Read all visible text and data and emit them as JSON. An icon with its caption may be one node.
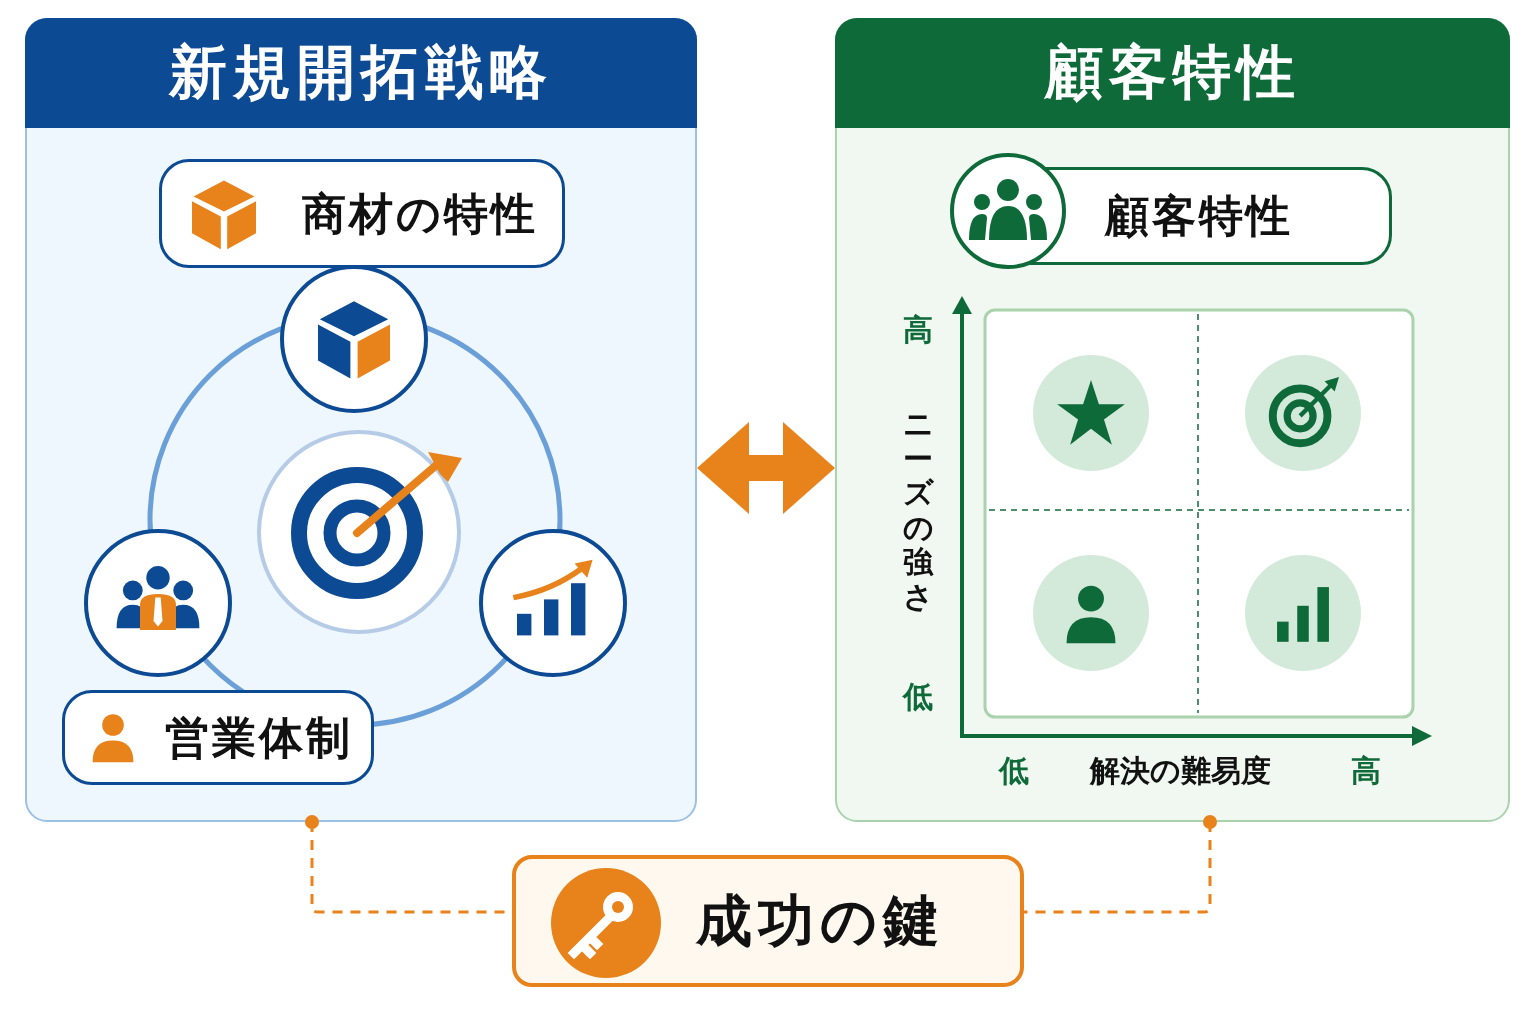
{
  "diagram": {
    "nodes": [
      {
        "text": [
          "新規開拓戦略"
        ]
      },
      {
        "text": [
          "商材の特性"
        ],
        "in": 0
      },
      {
        "text": [
          "営業体制"
        ],
        "in": 0
      },
      {
        "text": [
          "顧客特性"
        ]
      },
      {
        "text": [
          "顧客特性"
        ],
        "in": 3
      },
      {
        "text": [
          "成功の鍵"
        ]
      }
    ],
    "edges": [
      {
        "from": 0,
        "to": 3,
        "arrow": "both",
        "style": "thick"
      },
      {
        "from": 0,
        "to": 5,
        "arrow": "other",
        "style": "dashed"
      },
      {
        "from": 3,
        "to": 5,
        "arrow": "other",
        "style": "dashed"
      }
    ],
    "labels": [
      "高",
      "ニーズの強さ",
      "低",
      "低",
      "解決の難易度",
      "高"
    ]
  }
}
